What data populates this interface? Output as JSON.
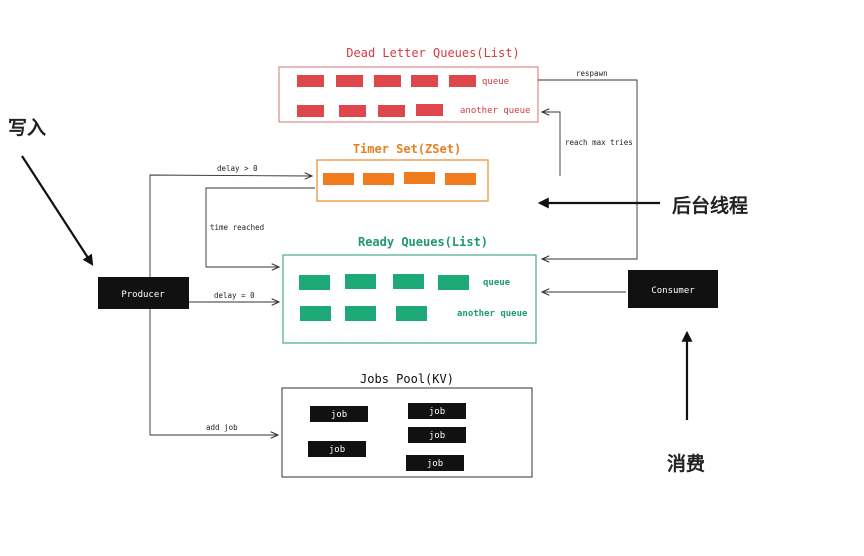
{
  "colors": {
    "dead": "#e0474c",
    "dead_border": "#d98b8b",
    "timer": "#ef7b1c",
    "timer_border": "#ee9a4c",
    "ready": "#1ea979",
    "ready_border": "#4aa880",
    "ink": "#111111",
    "line": "#333333"
  },
  "dead_letter": {
    "title": "Dead Letter Queues(List)",
    "queue_label": "queue",
    "another_label": "another queue"
  },
  "timer_set": {
    "title": "Timer Set(ZSet)"
  },
  "ready": {
    "title": "Ready Queues(List)",
    "queue_label": "queue",
    "another_label": "another queue"
  },
  "jobs_pool": {
    "title": "Jobs Pool(KV)",
    "jobs": [
      "job",
      "job",
      "job",
      "job",
      "job"
    ]
  },
  "producer": {
    "label": "Producer"
  },
  "consumer": {
    "label": "Consumer"
  },
  "edges": {
    "delay_gt": "delay > 0",
    "time_reached": "time reached",
    "delay_eq": "delay = 0",
    "add_job": "add job",
    "respawn": "respawn",
    "reach_max": "reach max tries"
  },
  "annotations": {
    "write": "写入",
    "background": "后台线程",
    "consume": "消费"
  }
}
